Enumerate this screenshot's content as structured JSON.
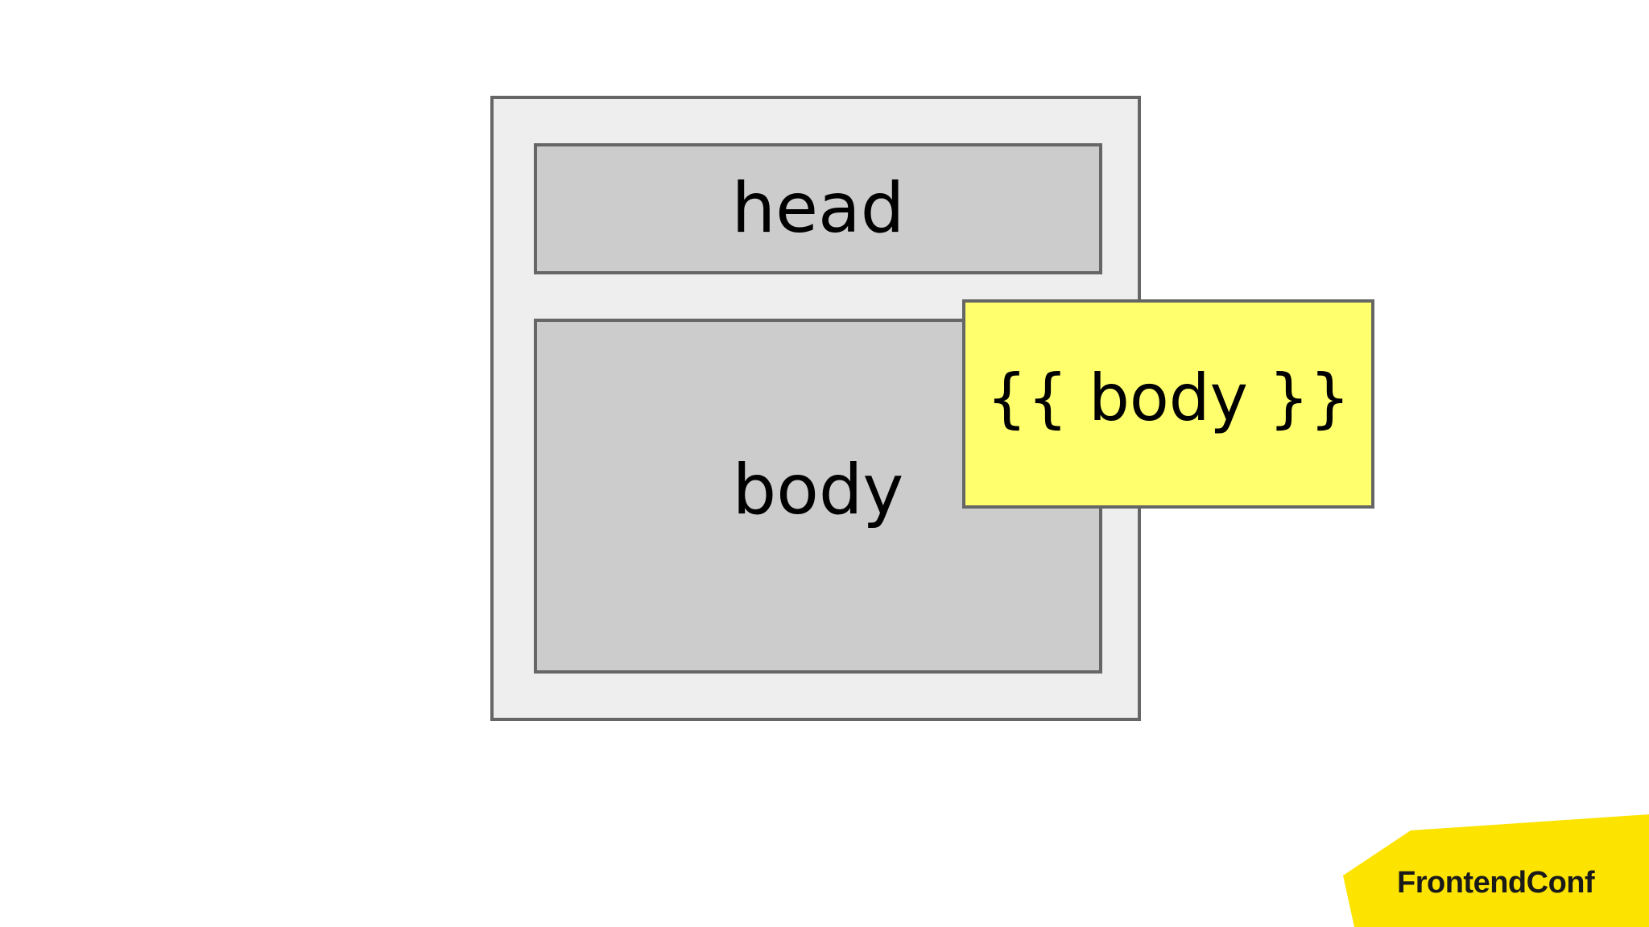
{
  "diagram": {
    "page_box": {
      "fill": "#eeeeee",
      "stroke": "#666666"
    },
    "head_box": {
      "label": "head",
      "fill": "#cccccc"
    },
    "body_box": {
      "label": "body",
      "fill": "#cccccc"
    },
    "template_placeholder": {
      "label": "{{ body }}",
      "fill": "#ffff6e"
    }
  },
  "branding": {
    "logo_text": "FrontendConf",
    "accent": "#fce300"
  }
}
